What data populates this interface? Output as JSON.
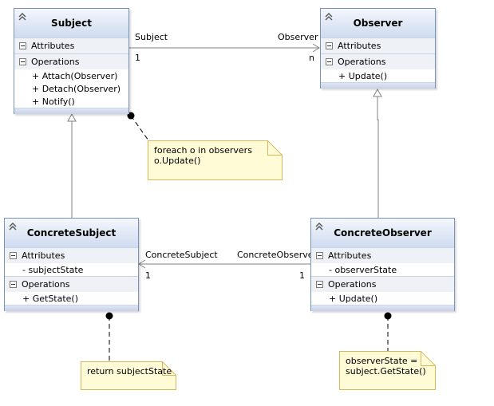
{
  "classes": {
    "subject": {
      "name": "Subject",
      "attributes_label": "Attributes",
      "operations_label": "Operations",
      "operations": [
        "+ Attach(Observer)",
        "+ Detach(Observer)",
        "+ Notify()"
      ]
    },
    "observer": {
      "name": "Observer",
      "attributes_label": "Attributes",
      "operations_label": "Operations",
      "operations": [
        "+ Update()"
      ]
    },
    "concrete_subject": {
      "name": "ConcreteSubject",
      "attributes_label": "Attributes",
      "attributes": [
        "- subjectState"
      ],
      "operations_label": "Operations",
      "operations": [
        "+ GetState()"
      ]
    },
    "concrete_observer": {
      "name": "ConcreteObserver",
      "attributes_label": "Attributes",
      "attributes": [
        "- observerState"
      ],
      "operations_label": "Operations",
      "operations": [
        "+ Update()"
      ]
    }
  },
  "associations": {
    "subject_observer": {
      "source_role": "Subject",
      "target_role": "Observer",
      "source_multiplicity": "1",
      "target_multiplicity": "n"
    },
    "concrete": {
      "target_role": "ConcreteSubject",
      "source_role": "ConcreteObserver",
      "target_multiplicity": "1",
      "source_multiplicity": "1"
    }
  },
  "notes": {
    "notify": "foreach o in observers\no.Update()",
    "get_state": "return subjectState",
    "update": "observerState =\nsubject.GetState()"
  },
  "colors": {
    "class_border": "#7b92bd",
    "header_top": "#f4f7fc",
    "header_bottom": "#cfdbf0",
    "note_fill": "#fffbd7",
    "note_border": "#d8b85a",
    "line": "#808080"
  }
}
